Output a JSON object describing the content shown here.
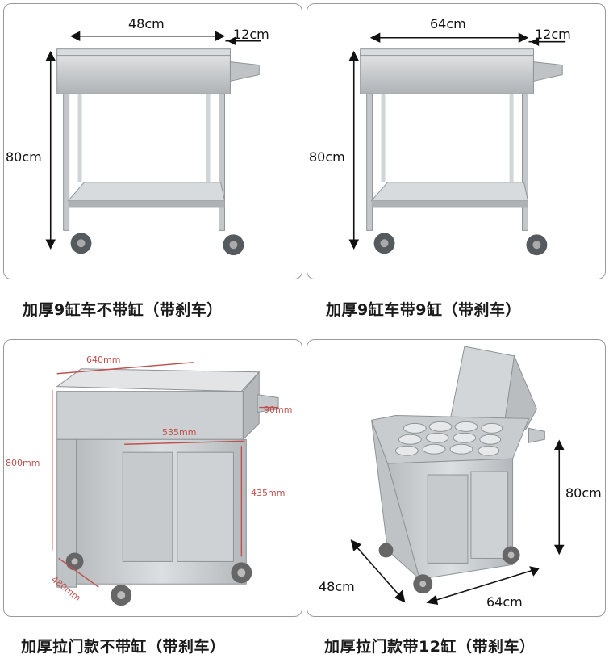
{
  "products": [
    {
      "caption": "加厚9缸车不带缸（带刹车）",
      "dims": {
        "width": "48cm",
        "handle": "12cm",
        "height": "80cm"
      }
    },
    {
      "caption": "加厚9缸车带9缸（带刹车）",
      "dims": {
        "width": "64cm",
        "handle": "12cm",
        "height": "80cm"
      }
    },
    {
      "caption": "加厚拉门款不带缸（带刹车）",
      "dims": {
        "width": "640mm",
        "handle": "90mm",
        "height": "800mm",
        "door_width": "535mm",
        "door_height": "435mm",
        "depth": "480mm"
      }
    },
    {
      "caption": "加厚拉门款带12缸（带刹车）",
      "dims": {
        "height": "80cm",
        "depth": "48cm",
        "width": "64cm"
      }
    }
  ],
  "colors": {
    "border": "#9a9a9a",
    "metal": "#c9ccce",
    "metal_dark": "#8e9396",
    "dim_red": "#c0504d",
    "text": "#1a1a1a"
  }
}
